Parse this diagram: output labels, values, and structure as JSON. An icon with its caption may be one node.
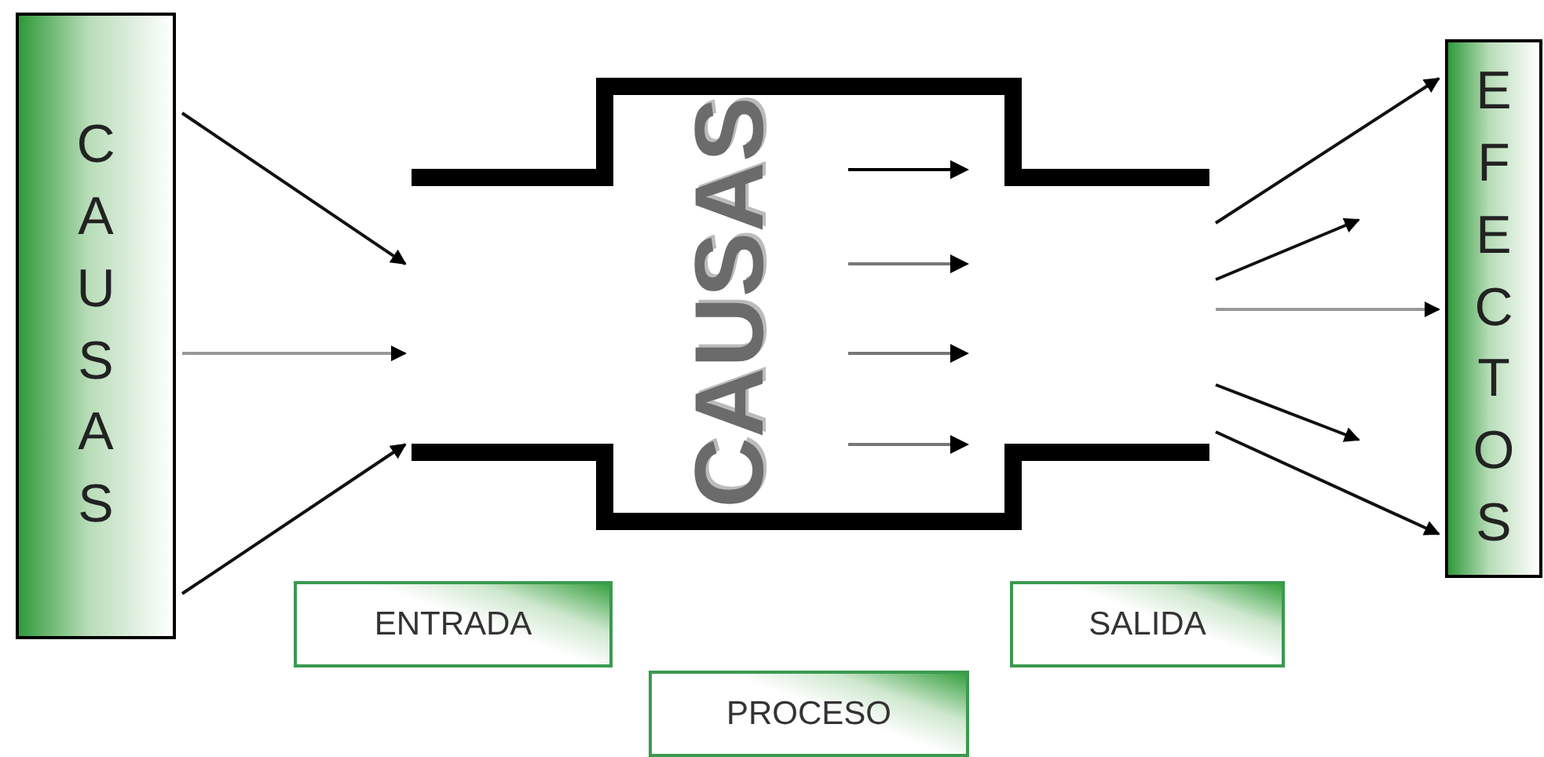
{
  "diagram": {
    "nodes": [
      {
        "text": [
          "CAUSAS"
        ]
      },
      {
        "text": [
          "CAUSAS"
        ]
      },
      {
        "text": [
          "EFECTOS"
        ]
      },
      {
        "text": [
          "ENTRADA"
        ]
      },
      {
        "text": [
          "PROCESO"
        ]
      },
      {
        "text": [
          "SALIDA"
        ]
      }
    ],
    "edges": [
      {
        "from": 0,
        "to": 1,
        "arrow": "to"
      },
      {
        "from": 0,
        "to": 1,
        "arrow": "to",
        "color": "#999999"
      },
      {
        "from": 0,
        "to": 1,
        "arrow": "to"
      },
      {
        "from": 1,
        "to": 2,
        "arrow": "to"
      },
      {
        "from": 1,
        "to": 2,
        "arrow": "to"
      },
      {
        "from": 1,
        "to": 2,
        "arrow": "to",
        "color": "#999999"
      },
      {
        "from": 1,
        "to": 2,
        "arrow": "to"
      },
      {
        "from": 1,
        "to": 2,
        "arrow": "to"
      }
    ]
  }
}
